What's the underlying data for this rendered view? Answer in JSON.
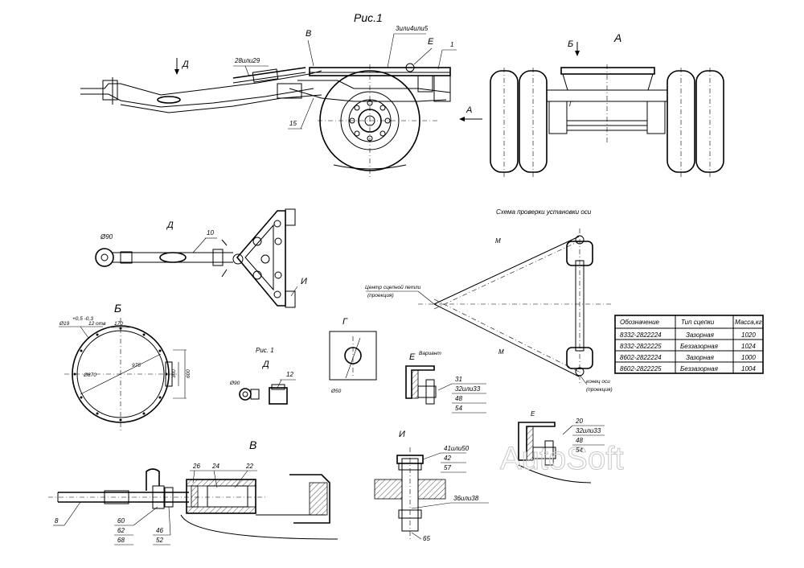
{
  "figure_title": "Рис.1",
  "view_labels": {
    "A_arrow": "A",
    "A_view": "А",
    "B_arrow": "В",
    "B_cut": "Б",
    "D_arrow": "Д",
    "E_mark": "Е",
    "G_mark": "Г",
    "D_view": "Д",
    "B_view": "Б",
    "G_view": "Г",
    "E_variant": "Е",
    "variant_word": "Вариант",
    "fig1_small": "Рис. 1",
    "D_small": "Д",
    "I_mark": "И",
    "I_view": "И",
    "V_view": "В",
    "E_view2": "Е"
  },
  "callouts": {
    "c1": "1",
    "c3": "3или4или5",
    "c28": "28или29",
    "c15": "15",
    "c10": "10",
    "c12": "12",
    "c31": "31",
    "c32a": "32или33",
    "c48a": "48",
    "c54a": "54",
    "c20": "20",
    "c32b": "32или33",
    "c48b": "48",
    "c54b": "54",
    "c41": "41или50",
    "c42": "42",
    "c57": "57",
    "c36": "36или38",
    "c65": "65",
    "c8": "8",
    "c60": "60",
    "c62": "62",
    "c68": "68",
    "c46": "46",
    "c52": "52",
    "c26": "26",
    "c24": "24",
    "c22": "22"
  },
  "dimensions": {
    "phi90_a": "Ø90",
    "phi90_b": "Ø90",
    "phi50": "Ø50",
    "holes": "Ø19",
    "holes_tol": "+0,5 -0,3",
    "holes_count": "12 отв",
    "d170": "170",
    "phi870": "Ø870",
    "d975": "975",
    "d300": "300",
    "d600": "600",
    "M1": "М",
    "M2": "М"
  },
  "axle_scheme": {
    "title": "Схема проверки установки оси",
    "hitch_center": "Центр сцепной петли",
    "hitch_proj": "(проекция)",
    "axle_end": "конец оси",
    "axle_proj": "(проекция)"
  },
  "table": {
    "headers": [
      "Обозначение",
      "Тип сцепки",
      "Масса,кг"
    ],
    "rows": [
      [
        "8332-2822224",
        "Зазорная",
        "1020"
      ],
      [
        "8332-2822225",
        "Беззазорная",
        "1024"
      ],
      [
        "8602-2822224",
        "Зазорная",
        "1000"
      ],
      [
        "8602-2822225",
        "Беззазорная",
        "1004"
      ]
    ]
  },
  "watermark": "AutoSoft"
}
